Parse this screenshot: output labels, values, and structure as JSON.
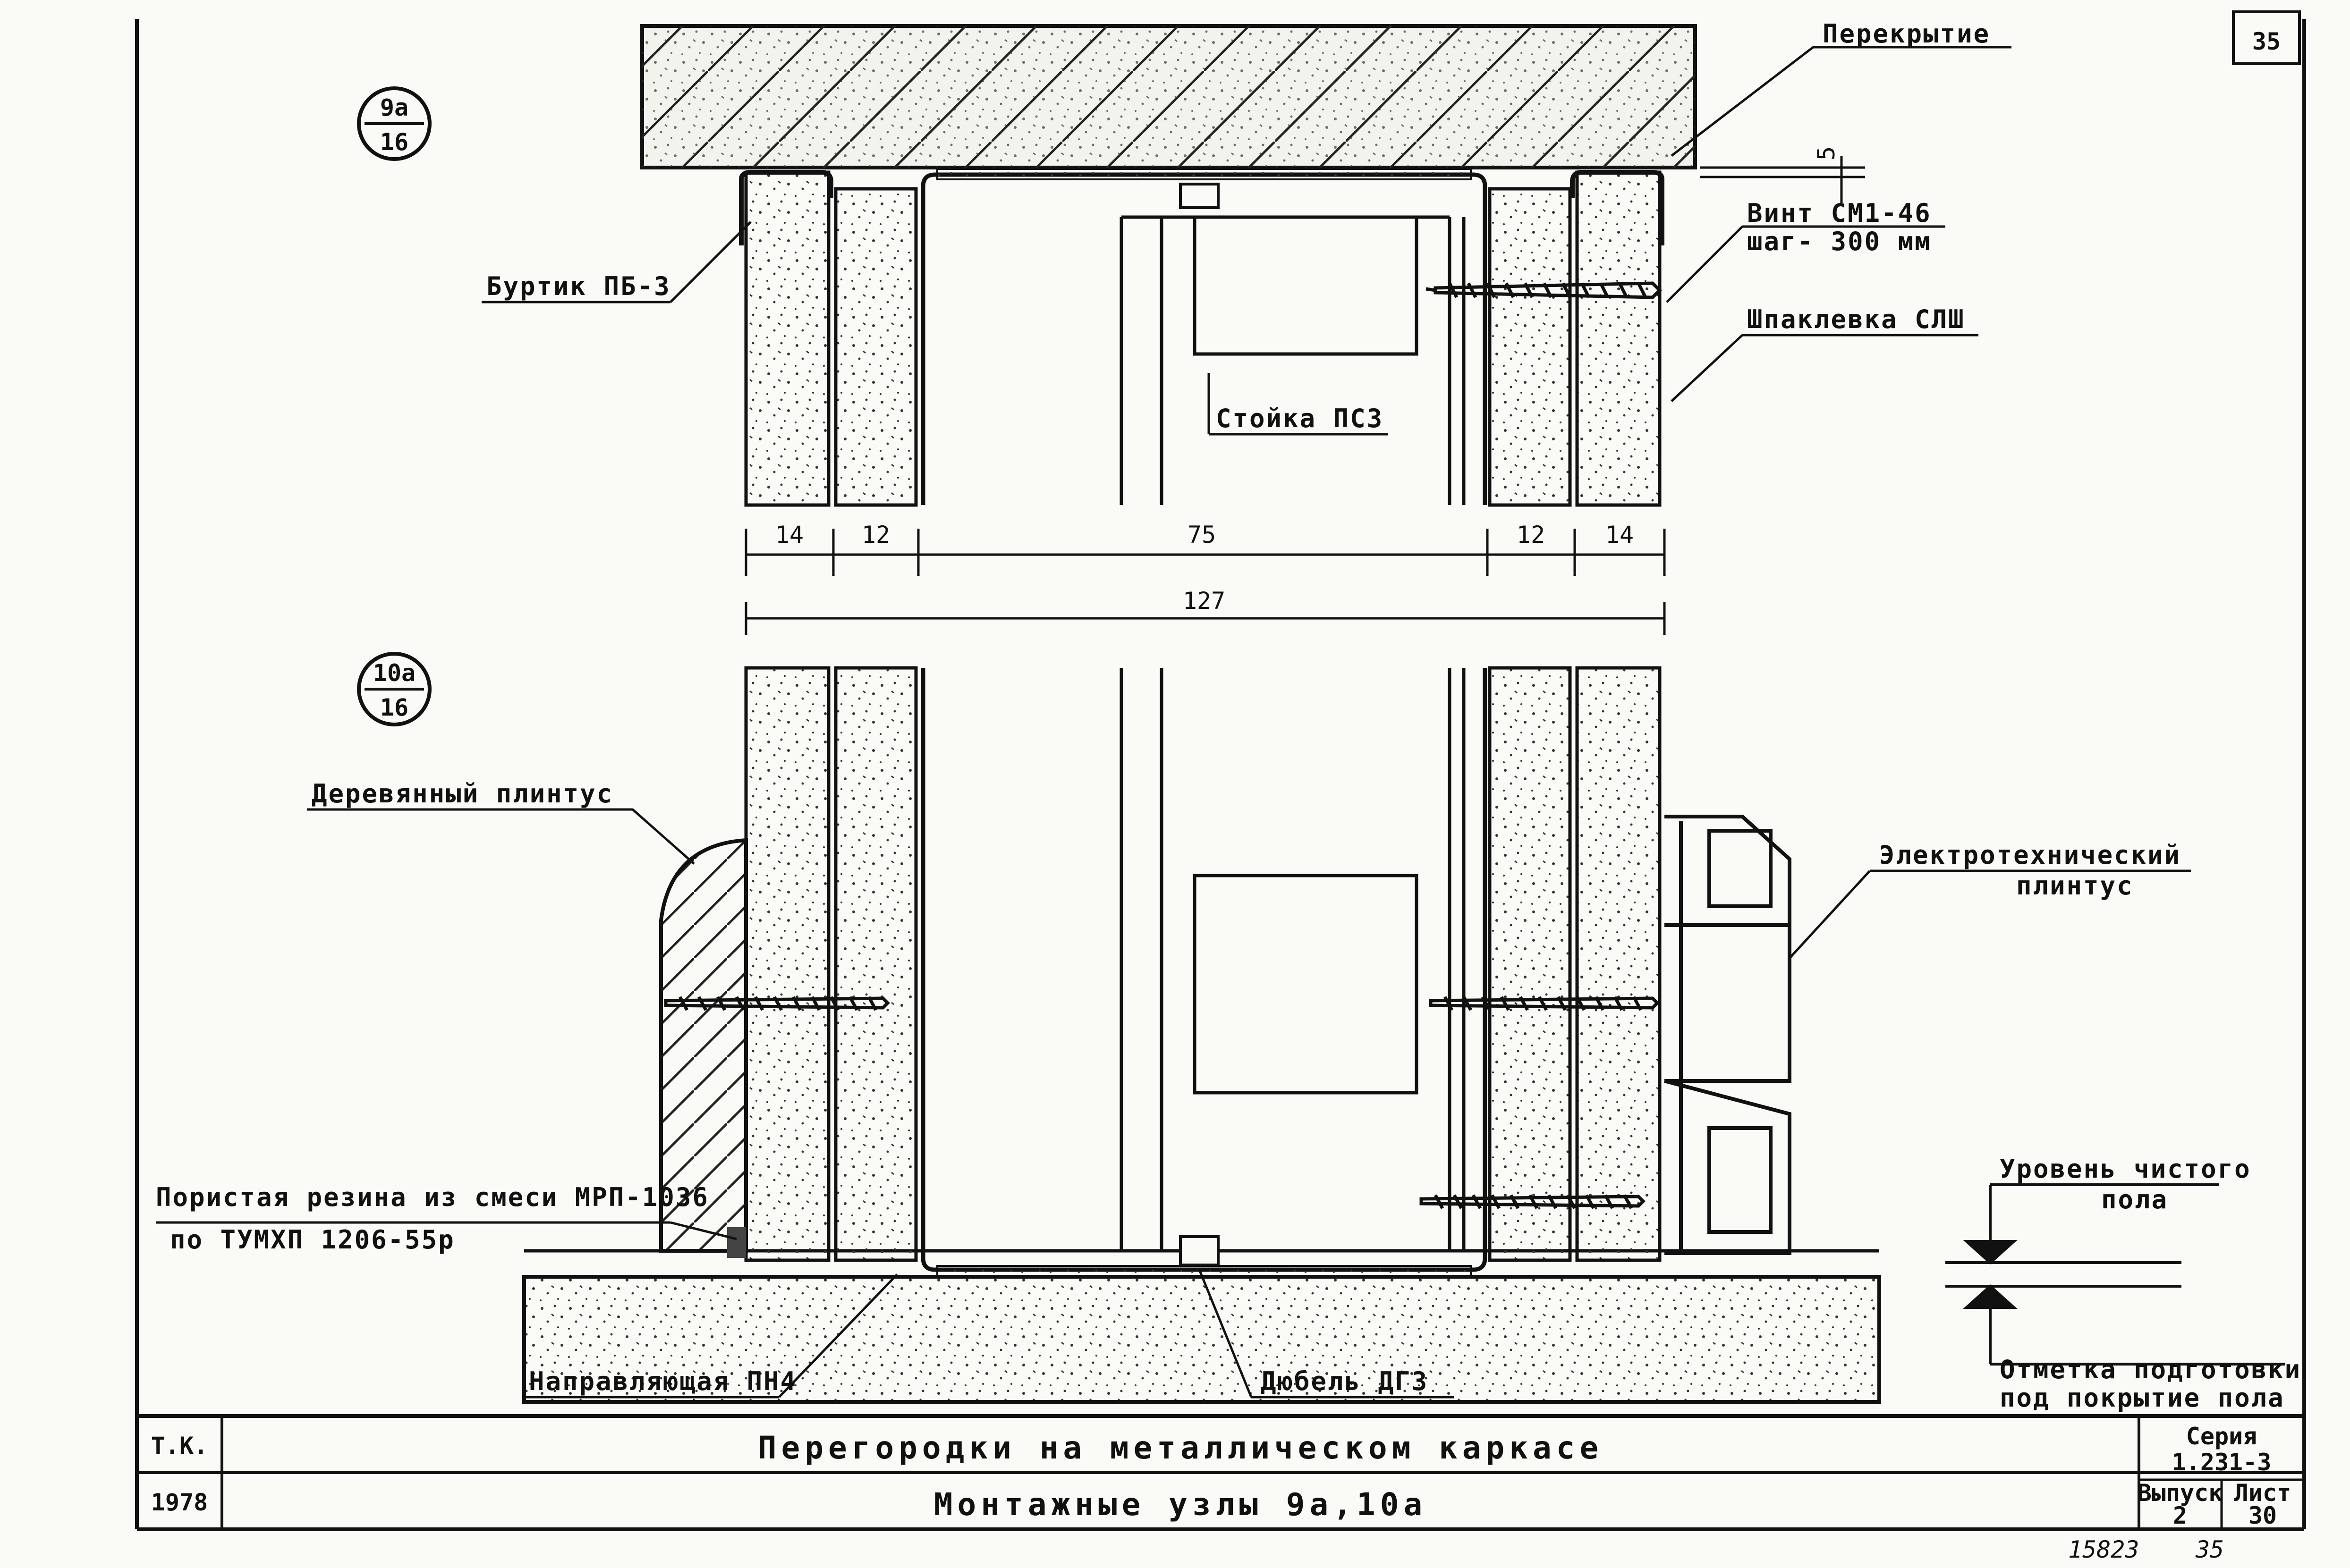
{
  "sheet_number": "35",
  "node_top": {
    "num": "9а",
    "den": "16"
  },
  "node_bottom": {
    "num": "10а",
    "den": "16"
  },
  "labels": {
    "perekrytie": "Перекрытие",
    "burtik": "Буртик ПБ-3",
    "vint_1": "Винт СМ1-46",
    "vint_2": "шаг- 300 мм",
    "shpaklevka": "Шпаклевка СЛШ",
    "stoika": "Стойка ПС3",
    "derev_plintus": "Деревянный плинтус",
    "electro_1": "Электротехнический",
    "electro_2": "плинтус",
    "rezina_1": "Пористая резина из смеси МРП-1036",
    "rezina_2": "по ТУМХП 1206-55р",
    "napravl": "Направляющая ПН4",
    "dubel": "Дюбель ДГ3",
    "uroven_1": "Уровень чистого",
    "uroven_2": "пола",
    "otmetka_1": "Отметка подготовки",
    "otmetka_2": "под покрытие пола"
  },
  "dims": {
    "d1": "14",
    "d2": "12",
    "d3": "75",
    "d4": "12",
    "d5": "14",
    "total": "127",
    "gap": "5"
  },
  "title_block": {
    "org": "Т.К.",
    "year": "1978",
    "title": "Перегородки на металлическом каркасе",
    "subtitle": "Монтажные узлы 9а,10а",
    "series_label": "Серия",
    "series_value": "1.231-3",
    "issue_label": "Выпуск",
    "issue_value": "2",
    "sheet_label": "Лист",
    "sheet_value": "30"
  },
  "footer": {
    "inv": "15823",
    "page": "35"
  }
}
